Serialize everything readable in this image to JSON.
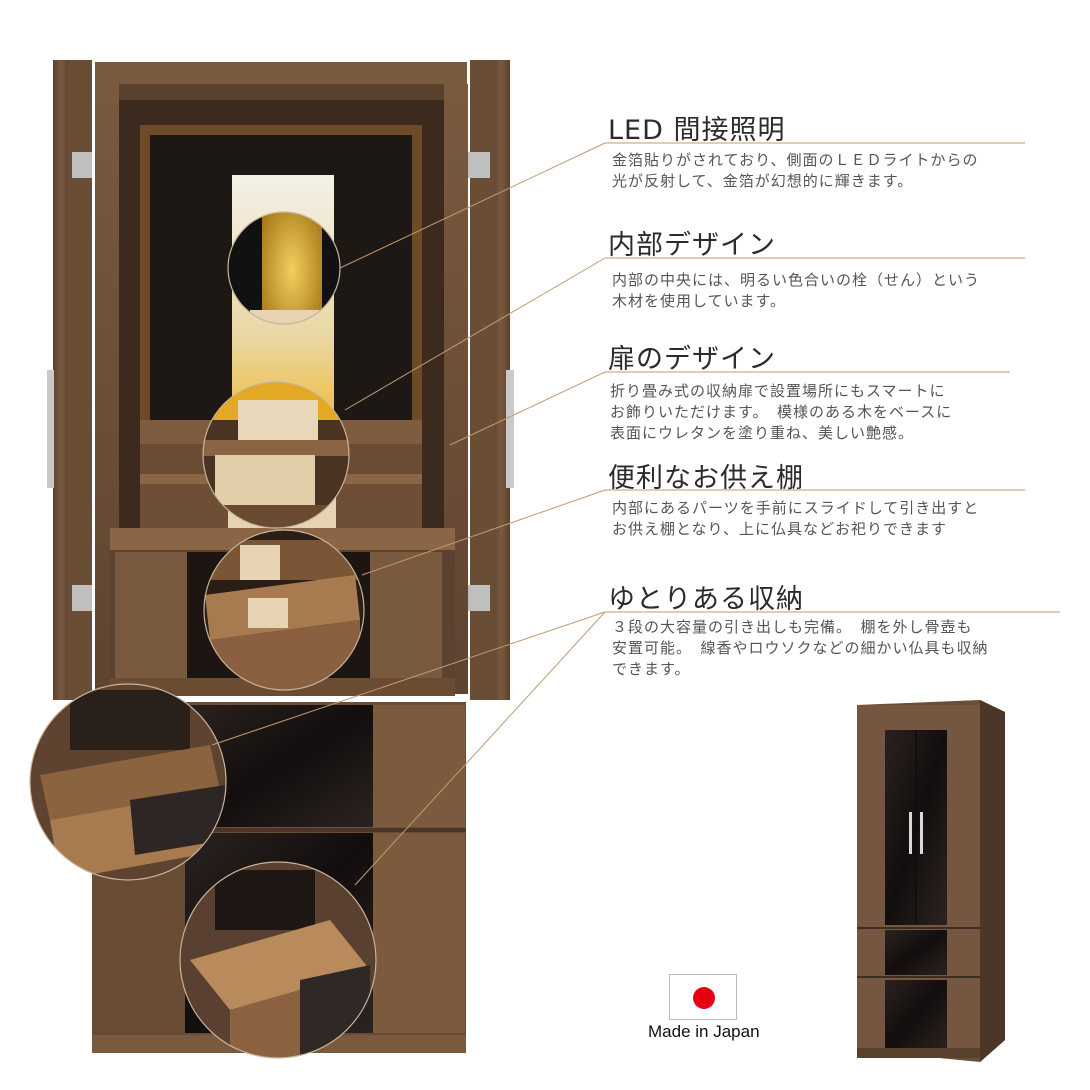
{
  "colors": {
    "walnut": "#6e5138",
    "walnut_dark": "#4e3827",
    "black_panel": "#1c1614",
    "gold": "#d9a928",
    "light_wood": "#e8d4b4",
    "accent_line": "#c29a72",
    "flag_red": "#e60012"
  },
  "features": [
    {
      "title": "LED 間接照明",
      "desc": "金箔貼りがされており、側面のＬＥＤライトからの\n光が反射して、金箔が幻想的に輝きます。"
    },
    {
      "title": "内部デザイン",
      "desc": "内部の中央には、明るい色合いの栓（せん）という\n木材を使用しています。"
    },
    {
      "title": "扉のデザイン",
      "desc": "折り畳み式の収納扉で設置場所にもスマートに\nお飾りいただけます。　模様のある木をベースに\n表面にウレタンを塗り重ね、美しい艶感。"
    },
    {
      "title": "便利なお供え棚",
      "desc": "内部にあるパーツを手前にスライドして引き出すと\nお供え棚となり、上に仏具などお祀りできます"
    },
    {
      "title": "ゆとりある収納",
      "desc": "３段の大容量の引き出しも完備。　棚を外し骨壺も\n安置可能。　線香やロウソクなどの細かい仏具も収納\nできます。"
    }
  ],
  "badge": {
    "label": "Made in Japan",
    "icon": "japan-flag-icon"
  }
}
